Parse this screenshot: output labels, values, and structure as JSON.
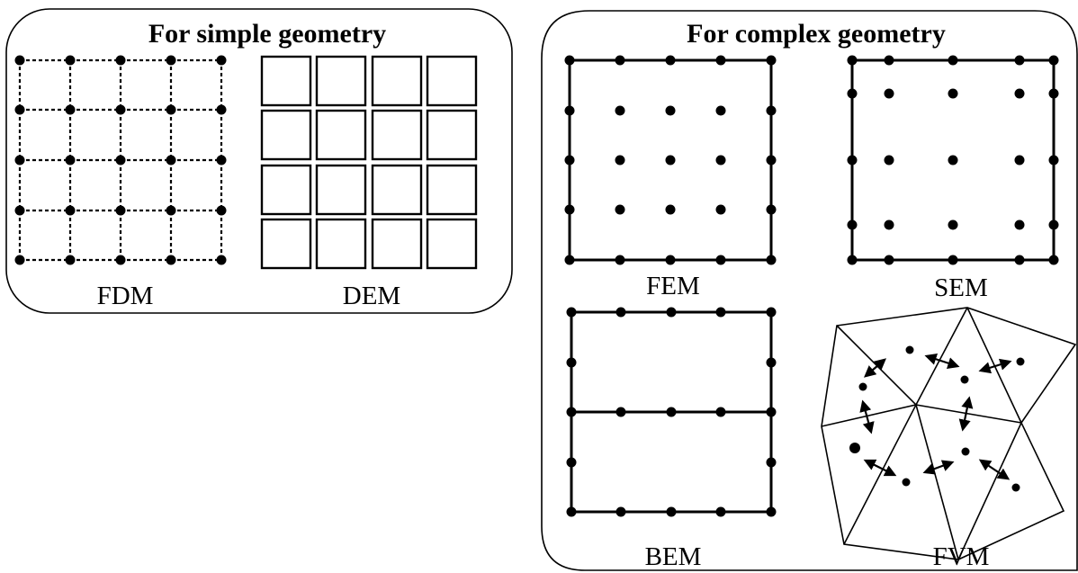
{
  "panels": {
    "simple": {
      "title": "For simple geometry",
      "fdm_label": "FDM",
      "dem_label": "DEM"
    },
    "complex": {
      "title": "For complex geometry",
      "fem_label": "FEM",
      "sem_label": "SEM",
      "bem_label": "BEM",
      "fvm_label": "FVM"
    }
  },
  "colors": {
    "ink": "#000000",
    "background": "#ffffff"
  }
}
